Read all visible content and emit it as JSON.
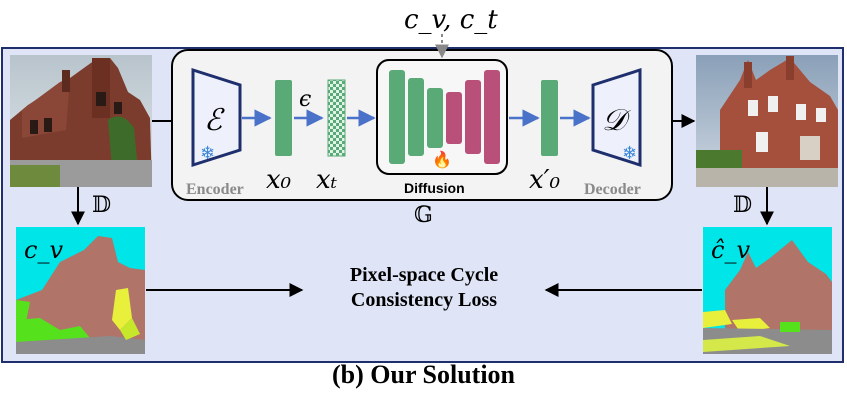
{
  "diagram": {
    "conditions_label": "c_v, c_t",
    "encoder": {
      "symbol": "ℰ",
      "label": "Encoder"
    },
    "decoder": {
      "symbol": "𝒟",
      "label": "Decoder"
    },
    "diffusion_label": "Diffusion",
    "x0_label": "x₀",
    "xt_label": "xₜ",
    "x0_prime_label": "x′₀",
    "epsilon_label": "ϵ",
    "G_label": "𝔾",
    "D_left_label": "𝔻",
    "D_right_label": "𝔻",
    "cv_label": "c_v",
    "cv_hat_label": "ĉ_v",
    "loss_line1": "Pixel-space Cycle",
    "loss_line2": "Consistency Loss",
    "frozen_icon": "snowflake-icon",
    "trainable_icon": "fire-icon"
  },
  "caption": "(b) Our Solution",
  "colors": {
    "outer_border": "#1f2f6e",
    "outer_fill": "#dfe5f6",
    "module_fill": "#f3f3f3",
    "green": "#5aaa78",
    "pink": "#b8507a",
    "arrow_blue": "#4a72c8",
    "snow": "#3a86d8",
    "seg_sky": "#00e5e8",
    "seg_building": "#b07468",
    "seg_grass": "#55e21d",
    "seg_road": "#8c8c8c",
    "seg_yellow": "#e8f03c"
  }
}
